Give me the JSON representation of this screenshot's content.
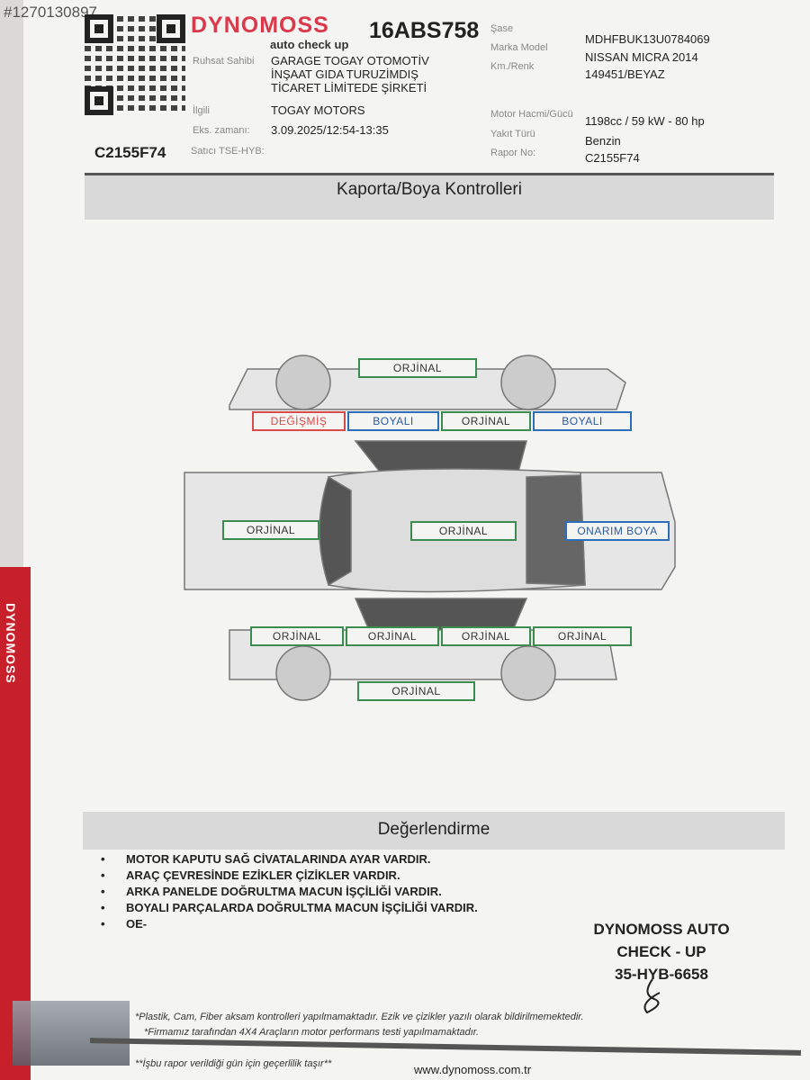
{
  "listing_id": "#1270130897",
  "side_brand": "DYNOMOSS",
  "header": {
    "logo": "DYNOMOSS",
    "logo_sub": "auto check up",
    "plate": "16ABS758",
    "report_code": "C2155F74",
    "left_fields": [
      {
        "label": "Ruhsat Sahibi",
        "value": "GARAGE TOGAY OTOMOTİV İNŞAAT GIDA TURUZİMDIŞ TİCARET LİMİTEDE ŞİRKETİ"
      },
      {
        "label": "İlgili",
        "value": "TOGAY MOTORS"
      },
      {
        "label": "Eks. zamanı:",
        "value": "3.09.2025/12:54-13:35"
      },
      {
        "label": "Satıcı TSE-HYB:",
        "value": ""
      }
    ],
    "right_fields": [
      {
        "label": "Şase",
        "value": "MDHFBUK13U0784069"
      },
      {
        "label": "Marka Model",
        "value": "NISSAN MICRA 2014"
      },
      {
        "label": "Km./Renk",
        "value": "149451/BEYAZ"
      },
      {
        "label": "Motor Hacmi/Gücü",
        "value": "1198cc / 59 kW - 80 hp"
      },
      {
        "label": "Yakıt Türü",
        "value": "Benzin"
      },
      {
        "label": "Rapor No:",
        "value": "C2155F74"
      }
    ]
  },
  "section1_title": "Kaporta/Boya Kontrolleri",
  "parts": {
    "top_roof_right": "ORJİNAL",
    "right_front_fender": "DEĞİŞMİŞ",
    "right_front_door": "BOYALI",
    "right_rear_door": "ORJİNAL",
    "right_rear_fender": "BOYALI",
    "hood": "ORJİNAL",
    "roof": "ORJİNAL",
    "trunk": "ONARIM BOYA",
    "left_front_fender": "ORJİNAL",
    "left_front_door": "ORJİNAL",
    "left_rear_door": "ORJİNAL",
    "left_rear_fender": "ORJİNAL",
    "bottom_sill_left": "ORJİNAL"
  },
  "colors": {
    "original": "#3c8c50",
    "changed": "#d94a4a",
    "painted": "#2c6fb8",
    "brand": "#d9394a"
  },
  "section2_title": "Değerlendirme",
  "notes": [
    "MOTOR KAPUTU SAĞ CİVATALARINDA AYAR VARDIR.",
    "ARAÇ ÇEVRESİNDE EZİKLER ÇİZİKLER VARDIR.",
    "ARKA PANELDE DOĞRULTMA MACUN İŞÇİLİĞİ VARDIR.",
    "BOYALI PARÇALARDA DOĞRULTMA MACUN İŞÇİLİĞİ VARDIR.",
    "OE-"
  ],
  "stamp": [
    "DYNOMOSS AUTO",
    "CHECK - UP",
    "35-HYB-6658"
  ],
  "footer": {
    "line1": "*Plastik, Cam, Fiber aksam kontrolleri yapılmamaktadır. Ezik ve çizikler yazılı olarak bildirilmemektedir.",
    "line2": "*Firmamız tarafından 4X4 Araçların motor performans testi yapılmamaktadır.",
    "line3": "**İşbu rapor verildiği gün için geçerlilik taşır**",
    "website": "www.dynomoss.com.tr"
  }
}
